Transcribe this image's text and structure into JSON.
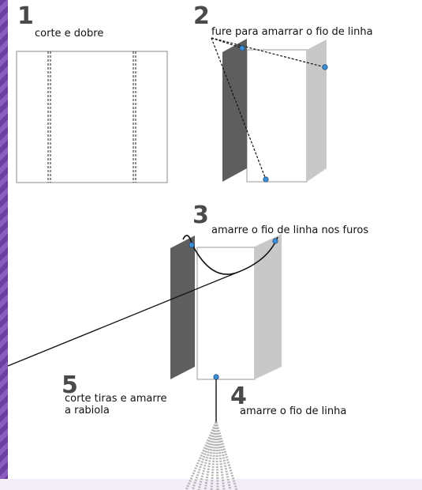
{
  "steps": [
    {
      "number": "1",
      "text": "corte e dobre"
    },
    {
      "number": "2",
      "text": "fure para amarrar o fio de linha"
    },
    {
      "number": "3",
      "text": "amarre o fio de linha nos furos"
    },
    {
      "number": "4",
      "text": "amarre o fio de linha"
    },
    {
      "number": "5",
      "text_line1": "corte tiras e amarre",
      "text_line2": "a rabiola"
    }
  ],
  "colors": {
    "border": "#6b3fa0",
    "number": "#4a4a4a",
    "hole": "#3a8fd6",
    "panel_dark": "#5e5e5e",
    "panel_light": "#c8c8c8"
  }
}
